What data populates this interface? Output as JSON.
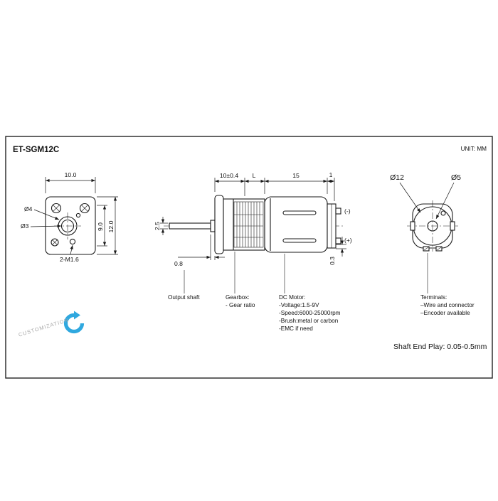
{
  "title": "ET-SGM12C",
  "unit_label": "UNIT: MM",
  "front_view": {
    "dim_width": "10.0",
    "dim_height_inner": "9.0",
    "dim_height": "12.0",
    "label_d4": "Ø4",
    "label_d3": "Ø3",
    "label_screws": "2-M1.6"
  },
  "side_view": {
    "dim_gearbox_front": "10±0.4",
    "dim_gearbox_var": "L",
    "dim_motor": "15",
    "dim_cap": "1",
    "dim_shaft_dia": "2.5",
    "dim_shaft_step": "0.8",
    "dim_terminal": "0.3",
    "terminal_neg": "(-)",
    "terminal_pos": "(+)"
  },
  "rear_view": {
    "label_d12": "Ø12",
    "label_d5": "Ø5"
  },
  "annotations": {
    "output_shaft": "Output shaft",
    "gearbox_title": "Gearbox:",
    "gearbox_line1": "- Gear ratio",
    "dc_motor_title": "DC Motor:",
    "dc_motor_line1": "-Voltage:1.5-9V",
    "dc_motor_line2": "-Speed:6000-25000rpm",
    "dc_motor_line3": "-Brush:metal or carbon",
    "dc_motor_line4": "-EMC if need",
    "terminals_title": "Terminals:",
    "terminals_line1": "–Wire and connector",
    "terminals_line2": "–Encoder available"
  },
  "footer": {
    "shaft_end_play": "Shaft End Play: 0.05-0.5mm"
  },
  "branding": {
    "customization": "CUSTOMIZATION",
    "accent_color": "#2FA8DF"
  }
}
